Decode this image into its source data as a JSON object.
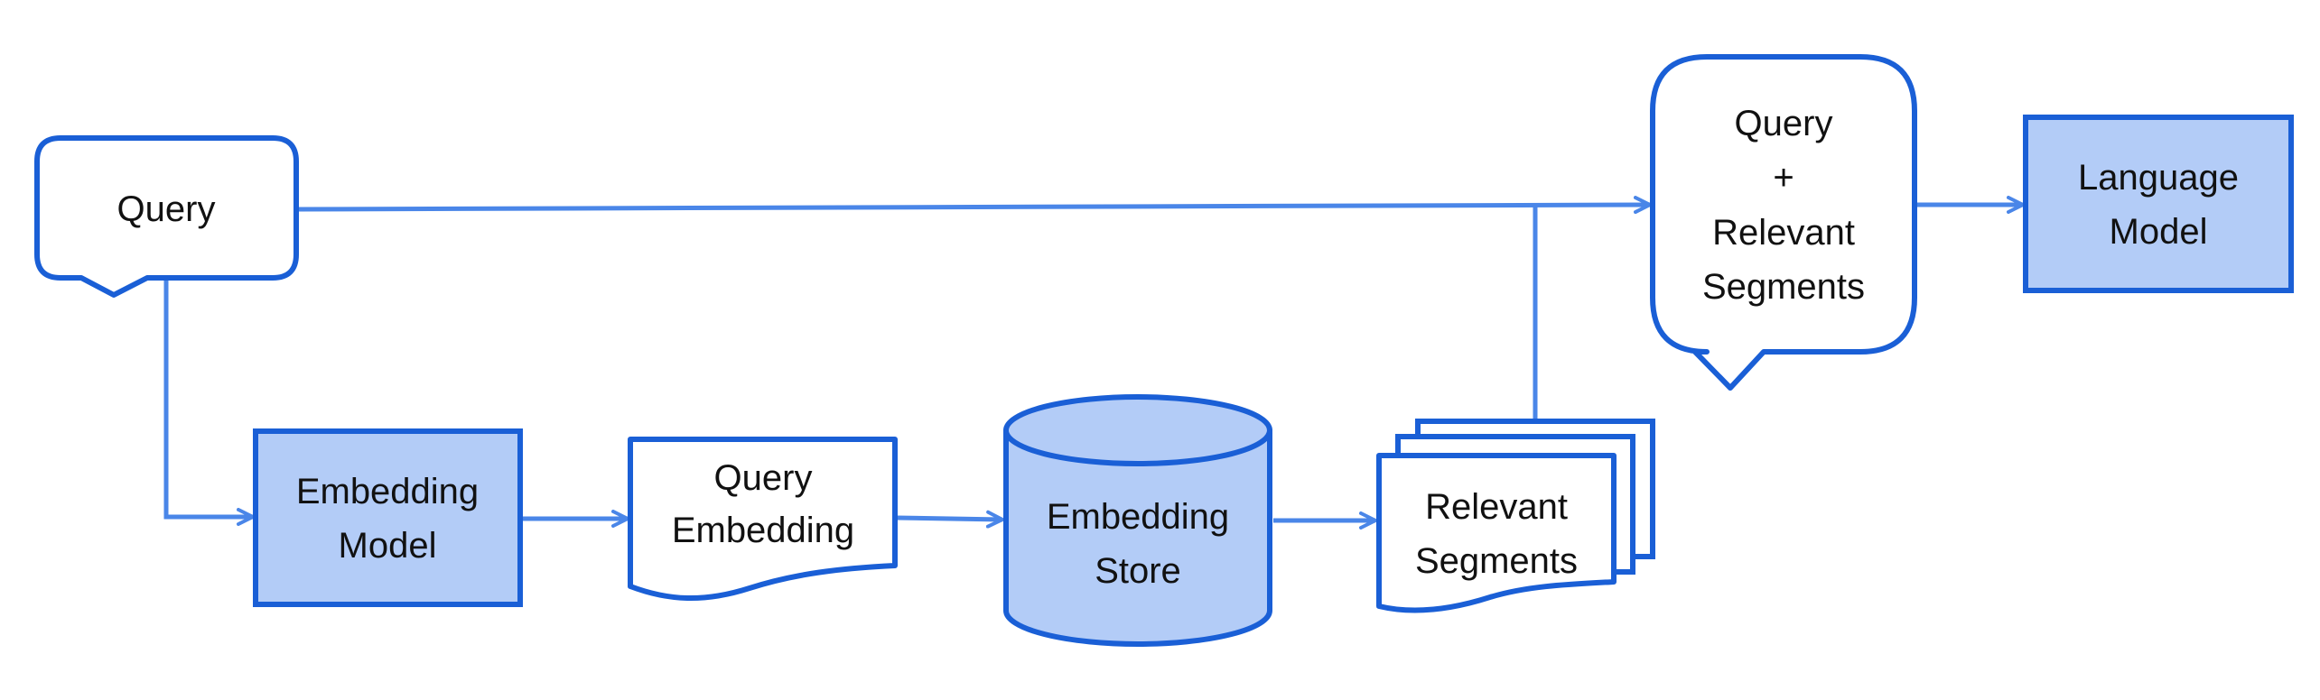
{
  "colors": {
    "stroke": "#1a5fd6",
    "fill_blue": "#b3ccf7",
    "fill_white": "#ffffff",
    "arrow": "#4a86e8",
    "text": "#111111"
  },
  "nodes": {
    "query_bubble": {
      "line1": "Query"
    },
    "embedding_model": {
      "line1": "Embedding",
      "line2": "Model"
    },
    "query_embedding": {
      "line1": "Query",
      "line2": "Embedding"
    },
    "embedding_store": {
      "line1": "Embedding",
      "line2": "Store"
    },
    "relevant_segments": {
      "line1": "Relevant",
      "line2": "Segments"
    },
    "combined_bubble": {
      "line1": "Query",
      "line2": "+",
      "line3": "Relevant",
      "line4": "Segments"
    },
    "language_model": {
      "line1": "Language",
      "line2": "Model"
    }
  }
}
